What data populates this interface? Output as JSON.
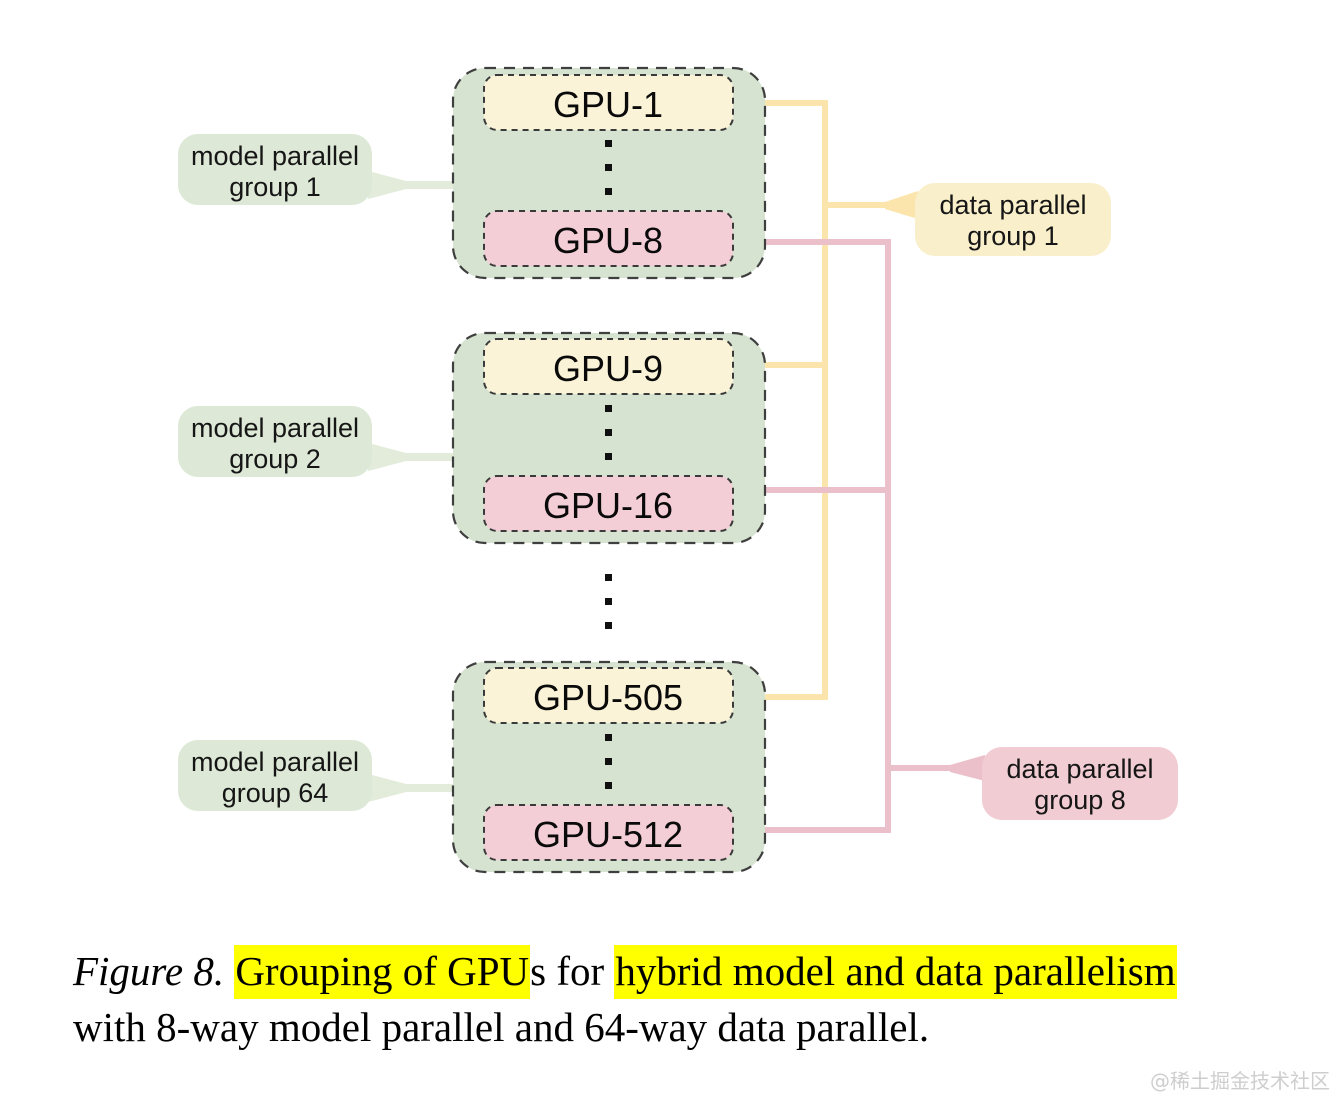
{
  "figure": {
    "gpu_groups": [
      {
        "top_gpu": "GPU-1",
        "bottom_gpu": "GPU-8"
      },
      {
        "top_gpu": "GPU-9",
        "bottom_gpu": "GPU-16"
      },
      {
        "top_gpu": "GPU-505",
        "bottom_gpu": "GPU-512"
      }
    ],
    "model_parallel_labels": [
      {
        "line1": "model parallel",
        "line2": "group 1"
      },
      {
        "line1": "model parallel",
        "line2": "group 2"
      },
      {
        "line1": "model parallel",
        "line2": "group 64"
      }
    ],
    "data_parallel_labels": [
      {
        "line1": "data parallel",
        "line2": "group 1"
      },
      {
        "line1": "data parallel",
        "line2": "group 8"
      }
    ],
    "colors": {
      "group_box_fill": "#d6e3d0",
      "model_label_fill": "#dde9d6",
      "gpu_yellow_fill": "#faf3d7",
      "gpu_pink_fill": "#f3ced6",
      "data_label_yellow_fill": "#f9efca",
      "data_label_pink_fill": "#f1ccd3",
      "yellow_line": "#fbe5ad",
      "pink_line": "#ecc0ca",
      "dashed_border": "#3f3f3f"
    }
  },
  "caption": {
    "figure_label": "Figure 8.",
    "highlight1": "Grouping of GPU",
    "plain1": "s for ",
    "highlight2": "hybrid model and data parallelism",
    "line2": "with 8-way model parallel and 64-way data parallel.",
    "highlight_color": "#ffff00"
  },
  "watermark": "@稀土掘金技术社区"
}
